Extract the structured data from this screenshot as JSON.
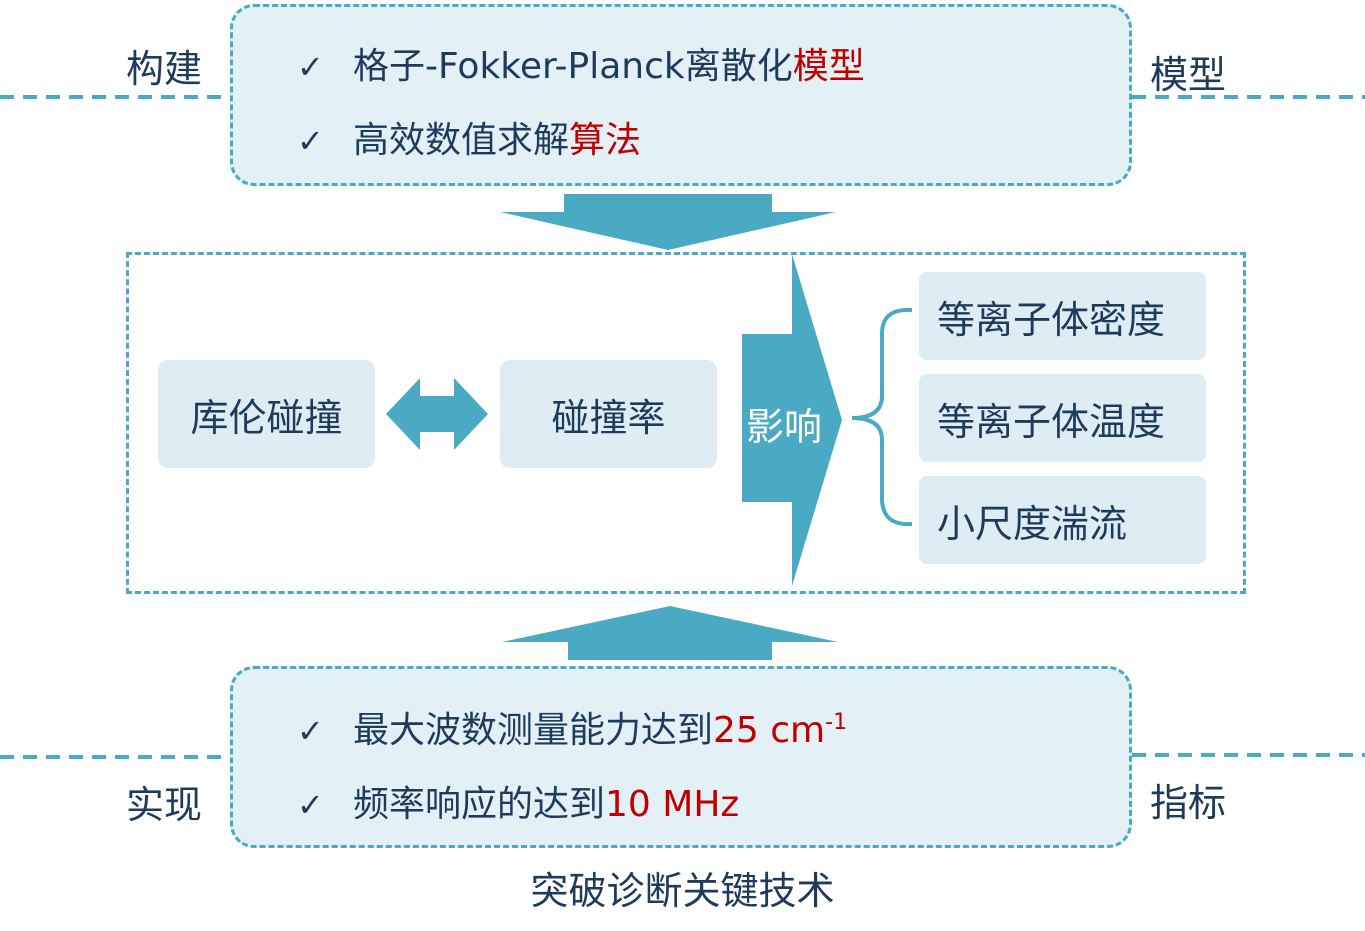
{
  "top": {
    "left_label": "构建",
    "right_label": "模型",
    "items": [
      {
        "text": "格子-Fokker-Planck离散化",
        "highlight": "模型"
      },
      {
        "text": "高效数值求解",
        "highlight": "算法"
      }
    ]
  },
  "middle": {
    "node_left": "库伦碰撞",
    "node_mid": "碰撞率",
    "influence_label": "影响",
    "results": [
      "等离子体密度",
      "等离子体温度",
      "小尺度湍流"
    ]
  },
  "bottom": {
    "left_label": "实现",
    "right_label": "指标",
    "items": [
      {
        "text": "最大波数测量能力达到",
        "highlight": "25 cm",
        "sup": "-1"
      },
      {
        "text": "频率响应的达到",
        "highlight": "10 MHz"
      }
    ],
    "caption": "突破诊断关键技术"
  },
  "colors": {
    "accent": "#4aaac4",
    "panel_fill": "#e3f0f5",
    "text": "#1f3b5c",
    "highlight": "#c00000"
  },
  "icons": {
    "check": "checkmark-icon",
    "double_arrow": "double-arrow-icon",
    "down_arrow": "down-arrow-icon",
    "up_arrow": "up-arrow-icon",
    "brace": "curly-brace-icon"
  }
}
